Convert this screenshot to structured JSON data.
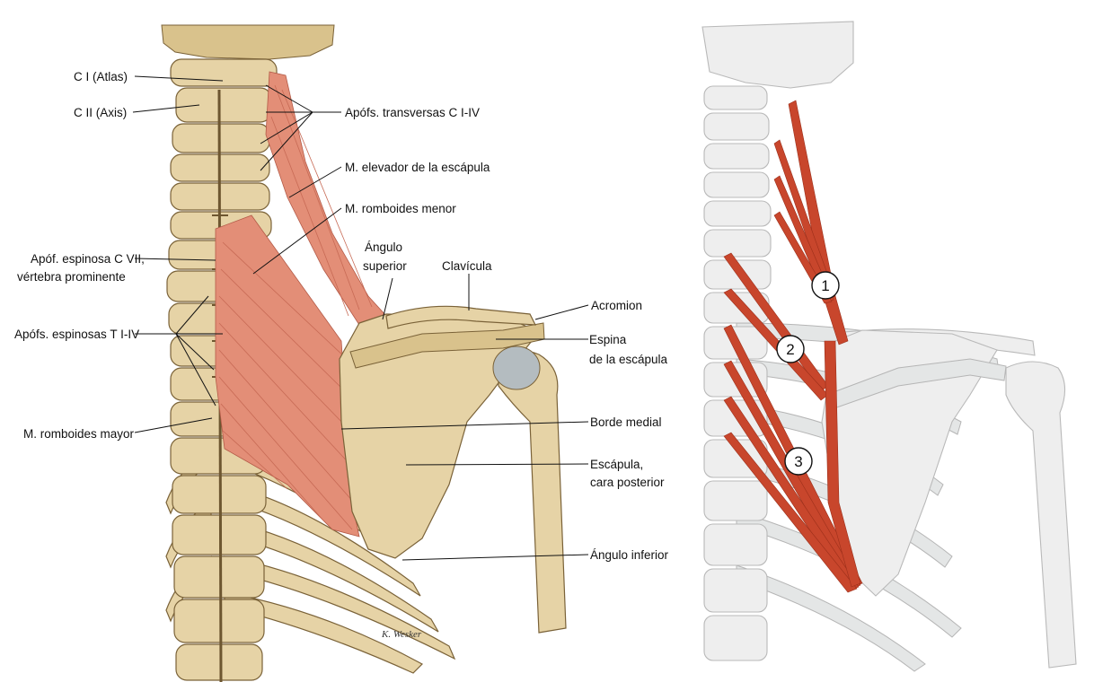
{
  "left_figure": {
    "labels": {
      "c1": "C I (Atlas)",
      "c2": "C II (Axis)",
      "transverse": "Apófs. transversas C I-IV",
      "levator": "M. elevador de la escápula",
      "rhomboid_minor": "M. romboides menor",
      "angle_sup_1": "Ángulo",
      "angle_sup_2": "superior",
      "clavicle": "Clavícula",
      "spinous_c7_1": "Apóf. espinosa C VII,",
      "spinous_c7_2": "vértebra prominente",
      "acromion": "Acromion",
      "spine_1": "Espina",
      "spine_2": "de la escápula",
      "spinous_t": "Apófs. espinosas T I-IV",
      "medial_border": "Borde medial",
      "rhomboid_major": "M. romboides mayor",
      "post_surface_1": "Escápula,",
      "post_surface_2": "cara posterior",
      "angle_inf": "Ángulo inferior"
    }
  },
  "right_figure": {
    "markers": [
      "1",
      "2",
      "3"
    ]
  },
  "colors": {
    "bone": "#e6d3a6",
    "muscle": "#e38e77",
    "muscle_highlight": "#c8462c",
    "ghost_skeleton": "#eeeeee"
  }
}
